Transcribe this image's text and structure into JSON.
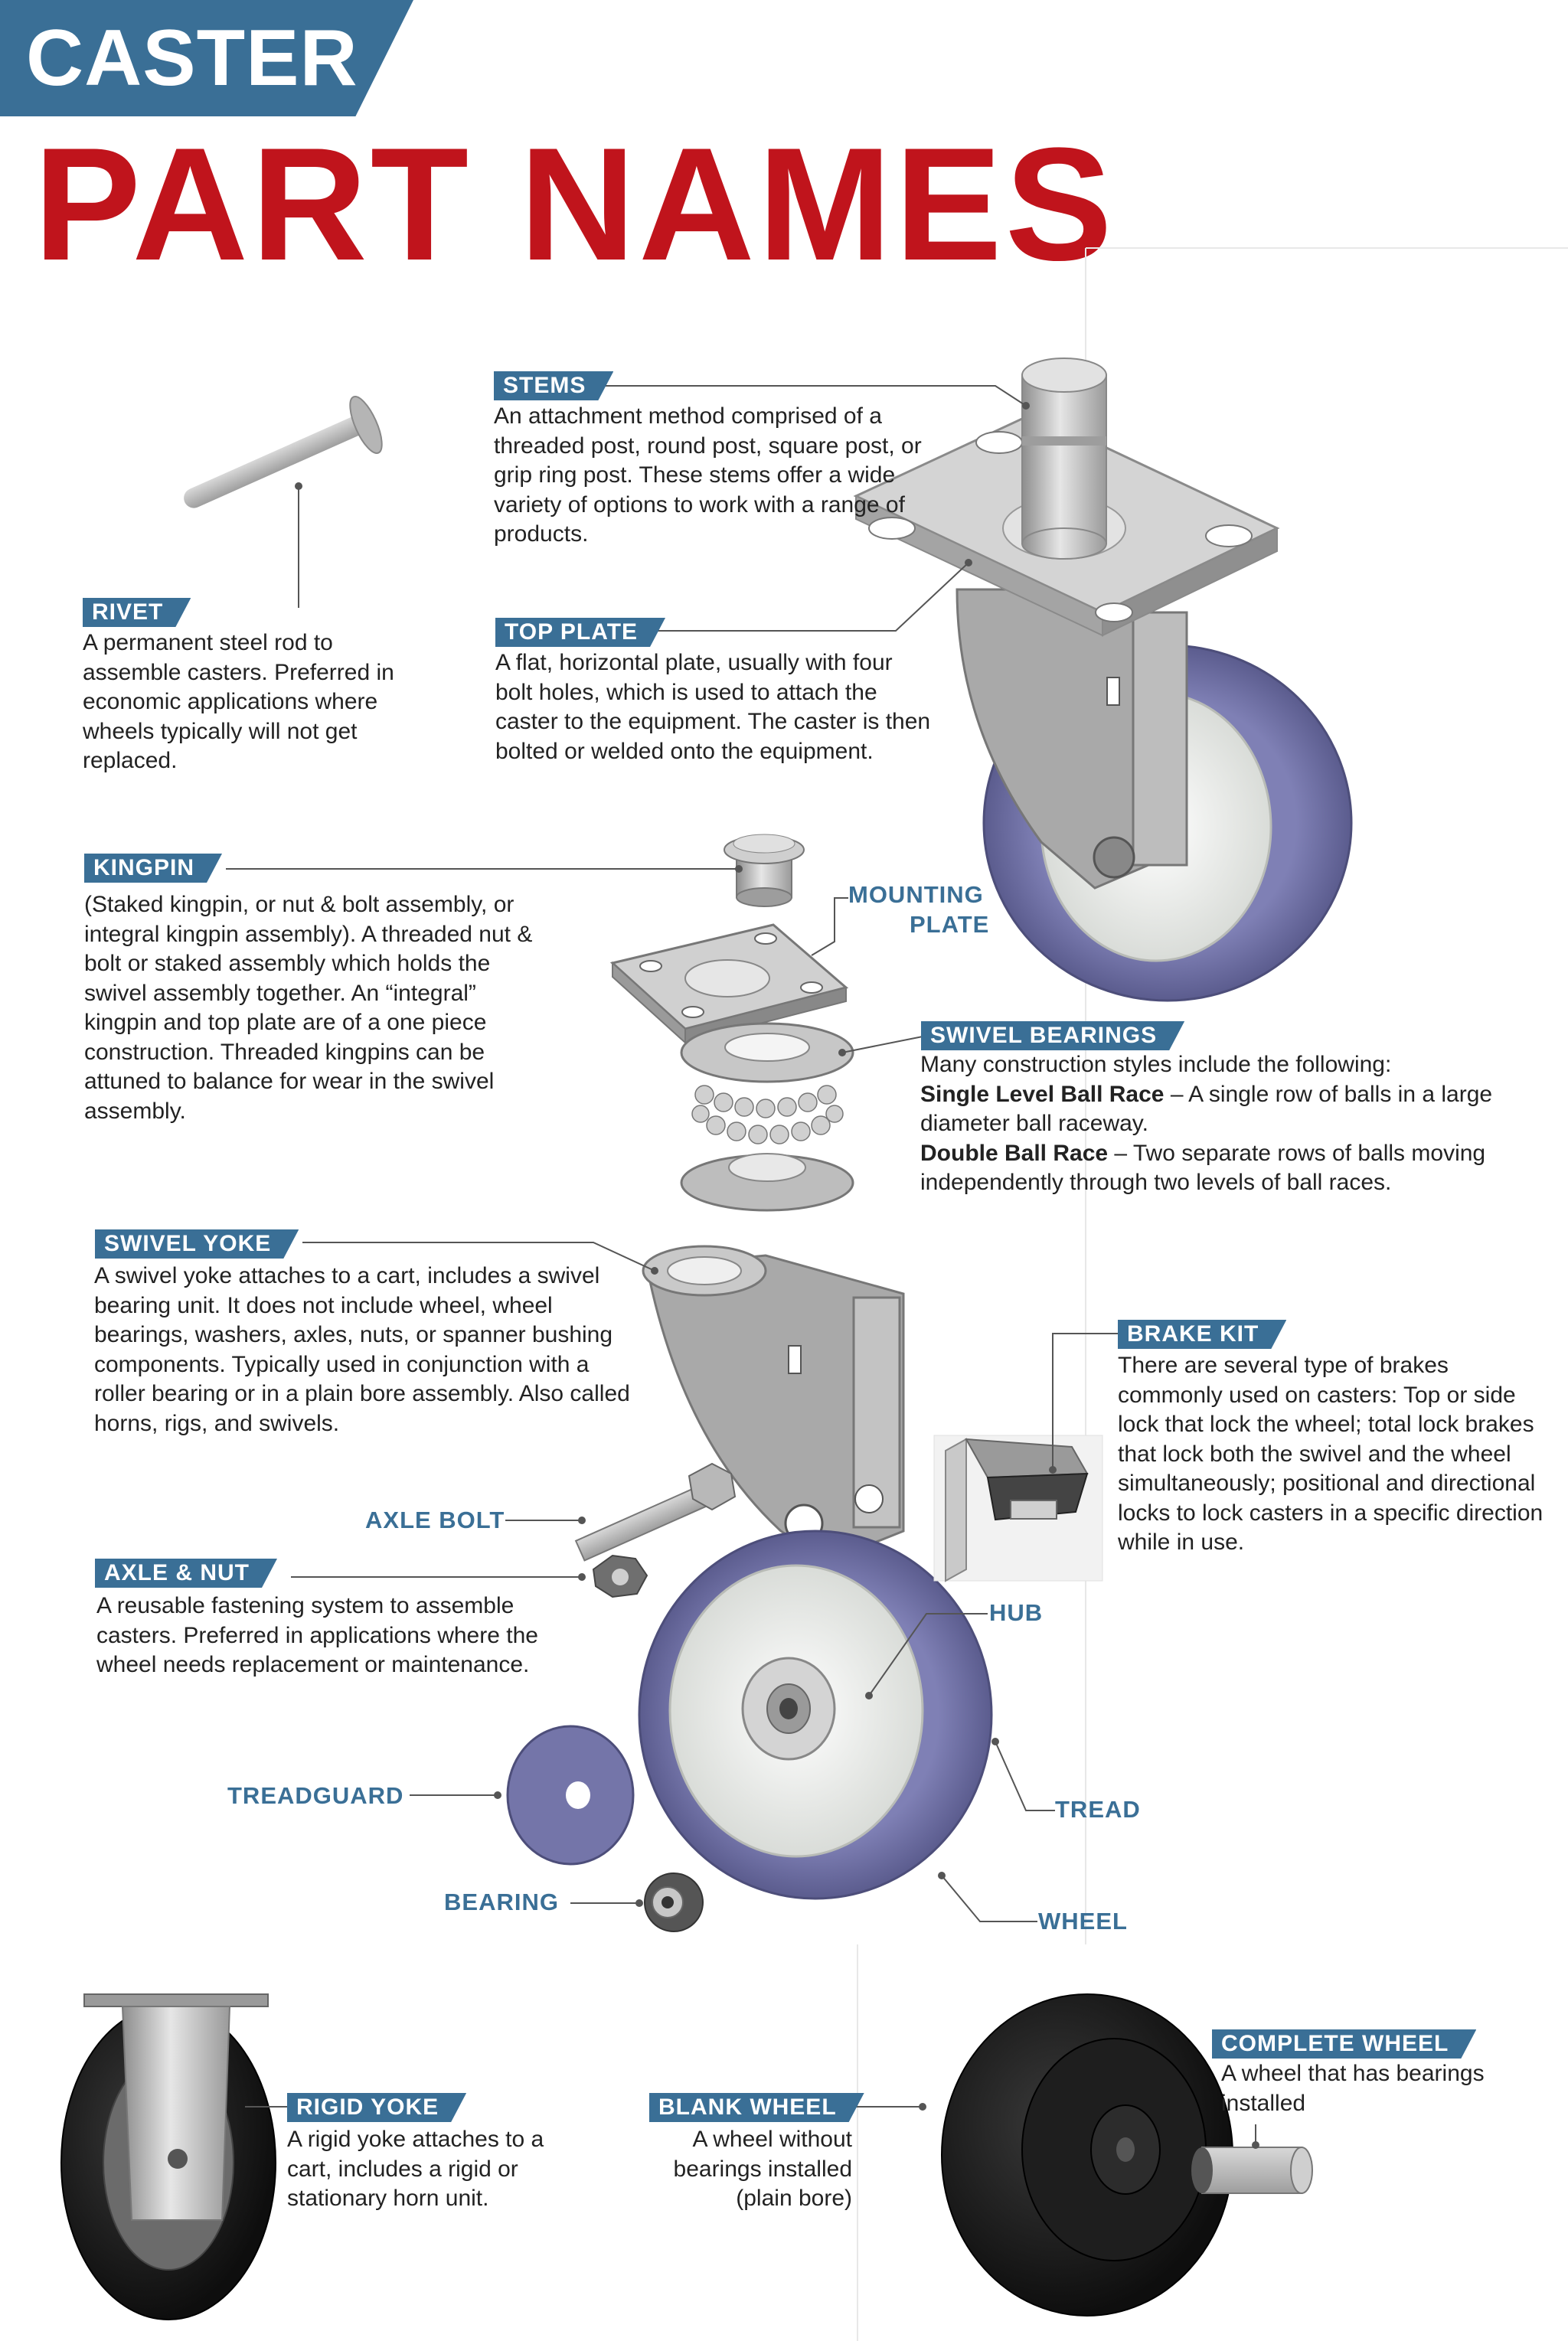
{
  "header": {
    "banner": "CASTER",
    "title": "PART NAMES"
  },
  "parts": {
    "stems": {
      "label": "STEMS",
      "desc": "An attachment method comprised of a threaded post, round post, square post, or grip ring post. These stems offer a wide variety of options to work with a range of products."
    },
    "rivet": {
      "label": "RIVET",
      "desc": "A permanent steel rod to assemble casters. Preferred in economic applications where wheels typically will not get replaced."
    },
    "top_plate": {
      "label": "TOP PLATE",
      "desc": "A flat, horizontal plate, usually with four bolt holes, which is used to attach the caster to the equipment. The caster is then bolted or welded onto the equipment."
    },
    "kingpin": {
      "label": "KINGPIN",
      "desc": "(Staked kingpin, or nut & bolt assembly, or integral kingpin assembly). A threaded nut & bolt or staked assembly which holds the swivel assembly together. An “integral” kingpin and top plate are of a one piece construction. Threaded kingpins can be attuned to balance for wear in the swivel assembly."
    },
    "swivel_bearings": {
      "label": "SWIVEL BEARINGS",
      "intro": "Many construction styles include the following:",
      "item1_name": "Single Level Ball Race",
      "item1_desc": " – A single row of balls in a large diameter ball raceway.",
      "item2_name": "Double Ball Race",
      "item2_desc": " – Two separate rows of balls moving independently through two levels of ball races."
    },
    "swivel_yoke": {
      "label": "SWIVEL YOKE",
      "desc": "A swivel yoke attaches to a cart, includes a swivel bearing unit. It does not include wheel, wheel bearings, washers, axles, nuts, or spanner bushing components. Typically used in conjunction with a roller bearing or in a plain bore assembly. Also called horns, rigs, and swivels."
    },
    "brake_kit": {
      "label": "BRAKE KIT",
      "desc": "There are several type of brakes commonly used on casters: Top or side lock that lock the wheel; total lock brakes that lock both the swivel and the wheel simultaneously; positional and directional locks to lock casters in a specific direction while in use."
    },
    "axle_nut": {
      "label": "AXLE & NUT",
      "desc": "A reusable fastening system to assemble casters. Preferred in applications where the wheel needs replacement or maintenance."
    },
    "rigid_yoke": {
      "label": "RIGID YOKE",
      "desc": "A rigid yoke attaches to a cart, includes a rigid or stationary horn unit."
    },
    "blank_wheel": {
      "label": "BLANK WHEEL",
      "desc": "A wheel without bearings installed (plain bore)"
    },
    "complete_wheel": {
      "label": "COMPLETE WHEEL",
      "desc": "A wheel that has bearings installed"
    }
  },
  "callouts": {
    "mounting_plate_1": "MOUNTING",
    "mounting_plate_2": "PLATE",
    "axle_bolt": "AXLE BOLT",
    "hub": "HUB",
    "treadguard": "TREADGUARD",
    "tread": "TREAD",
    "bearing": "BEARING",
    "wheel": "WHEEL"
  },
  "colors": {
    "label_blue": "#3a6f96",
    "title_red": "#c0141c",
    "tread_purple": "#6e6fa3",
    "metal_gray": "#b9b9b9"
  }
}
